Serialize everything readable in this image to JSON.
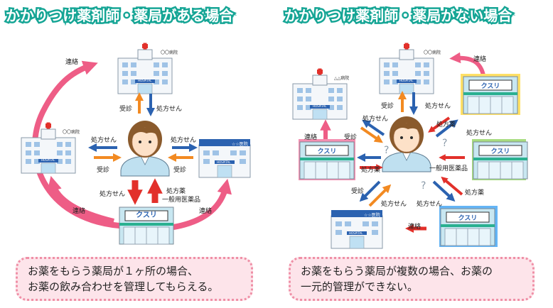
{
  "titles": {
    "left": "かかりつけ薬剤師・薬局がある場合",
    "right": "かかりつけ薬剤師・薬局がない場合"
  },
  "labels": {
    "renraku": "連絡",
    "jushin": "受診",
    "shohosen": "処方せん",
    "shohoyaku": "処方薬",
    "ippan": "一般用医薬品",
    "question": "?"
  },
  "signs": {
    "kusuri": "クスリ",
    "hospital": "HOSPITAL",
    "byoin_a": "〇〇病院",
    "byoin_b": "△△病院",
    "iin": "☆☆医院"
  },
  "captions": {
    "left_line1": "お薬をもらう薬局が１ヶ所の場合、",
    "left_line2": "お薬の飲み合わせを管理してもらえる。",
    "right_line1": "お薬をもらう薬局が複数の場合、お薬の",
    "right_line2": "一元的管理ができない。"
  },
  "colors": {
    "title_stroke": "#15a595",
    "pink_arrow": "#ee5d86",
    "blue_arrow": "#2b62b0",
    "orange_arrow": "#f28a22",
    "red_arrow": "#e2302a",
    "caption_bg": "#fde4ea",
    "caption_border": "#ef8fa6"
  }
}
